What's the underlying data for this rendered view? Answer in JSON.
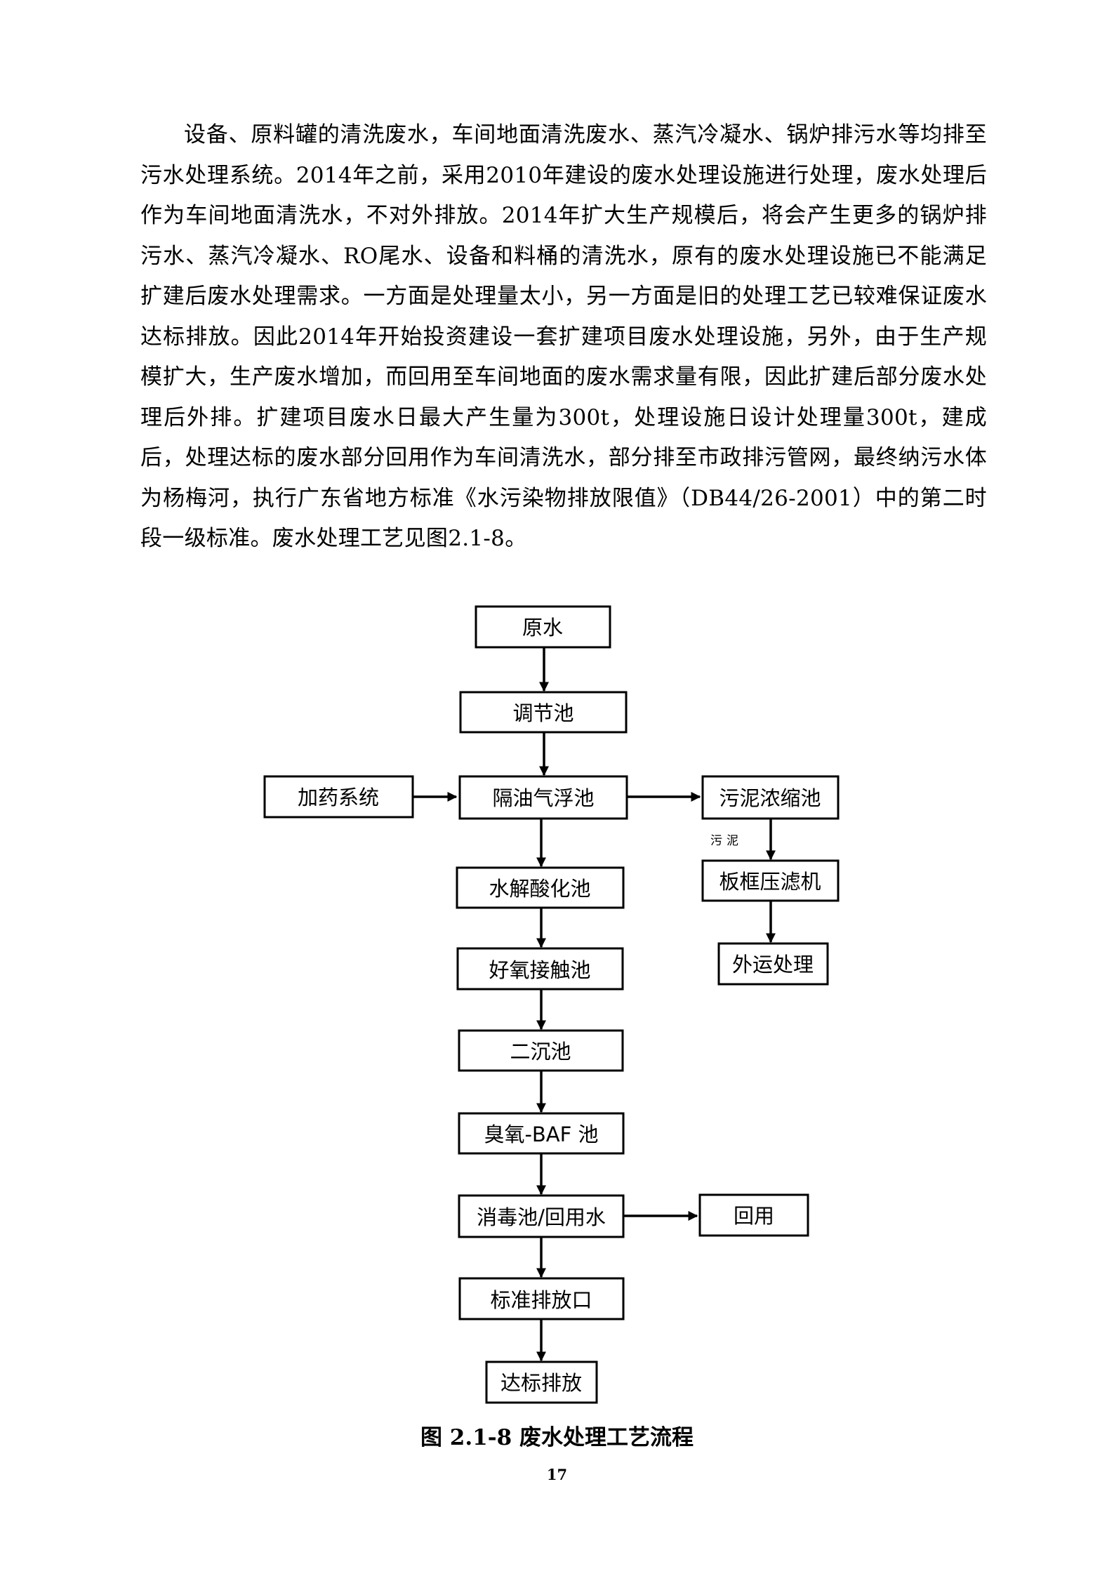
{
  "document": {
    "paragraph": "设备、原料罐的清洗废水，车间地面清洗废水、蒸汽冷凝水、锅炉排污水等均排至污水处理系统。2014年之前，采用2010年建设的废水处理设施进行处理，废水处理后作为车间地面清洗水，不对外排放。2014年扩大生产规模后，将会产生更多的锅炉排污水、蒸汽冷凝水、RO尾水、设备和料桶的清洗水，原有的废水处理设施已不能满足扩建后废水处理需求。一方面是处理量太小，另一方面是旧的处理工艺已较难保证废水达标排放。因此2014年开始投资建设一套扩建项目废水处理设施，另外，由于生产规模扩大，生产废水增加，而回用至车间地面的废水需求量有限，因此扩建后部分废水处理后外排。扩建项目废水日最大产生量为300t，处理设施日设计处理量300t，建成后，处理达标的废水部分回用作为车间清洗水，部分排至市政排污管网，最终纳污水体为杨梅河，执行广东省地方标准《水污染物排放限值》（DB44/26-2001）中的第二时段一级标准。废水处理工艺见图2.1-8。",
    "caption": "图 2.1-8    废水处理工艺流程",
    "page_number": "17"
  },
  "flowchart": {
    "nodes": {
      "raw_water": "原水",
      "equalization_tank": "调节池",
      "dosing_system": "加药系统",
      "oil_separation_flotation": "隔油气浮池",
      "sludge_thickener": "污泥浓缩池",
      "hydrolysis_acidification": "水解酸化池",
      "filter_press": "板框压滤机",
      "aerobic_contact": "好氧接触池",
      "offsite_disposal": "外运处理",
      "secondary_clarifier": "二沉池",
      "ozone_baf": "臭氧-BAF 池",
      "disinfection_reuse": "消毒池/回用水",
      "reuse": "回用",
      "standard_outlet": "标准排放口",
      "compliant_discharge": "达标排放"
    },
    "edge_labels": {
      "sludge": "污泥"
    }
  }
}
